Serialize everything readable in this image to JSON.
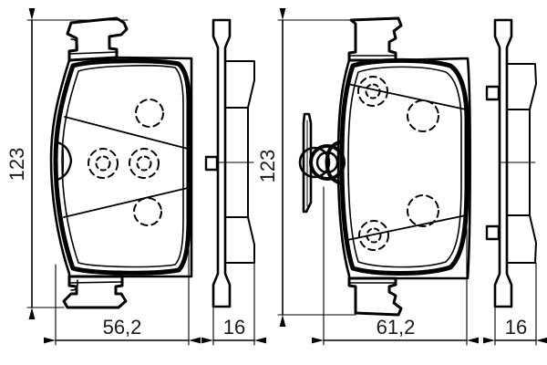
{
  "drawing": {
    "title": "Brake pad set technical dimension drawing",
    "background_color": "#ffffff",
    "line_color": "#000000",
    "text_color": "#1a1a1a",
    "units": "mm",
    "decimal_separator": ","
  },
  "dimensions": {
    "left_height": "123",
    "left_width": "56,2",
    "left_thickness": "16",
    "right_height": "123",
    "right_width": "61,2",
    "right_thickness": "16"
  },
  "views": [
    {
      "id": "left-pad-front",
      "label": "left-pad-front-view",
      "kind": "front-view"
    },
    {
      "id": "left-pad-side",
      "label": "left-pad-side-view",
      "kind": "side-view"
    },
    {
      "id": "right-pad-front",
      "label": "right-pad-front-view",
      "kind": "front-view"
    },
    {
      "id": "right-pad-side",
      "label": "right-pad-side-view",
      "kind": "side-view"
    }
  ],
  "features": {
    "left_pad_holes": 4,
    "right_pad_holes": 4,
    "wear_sensor": "present-on-right-pad",
    "side_tabs_left": 1,
    "side_tabs_right": 2
  }
}
